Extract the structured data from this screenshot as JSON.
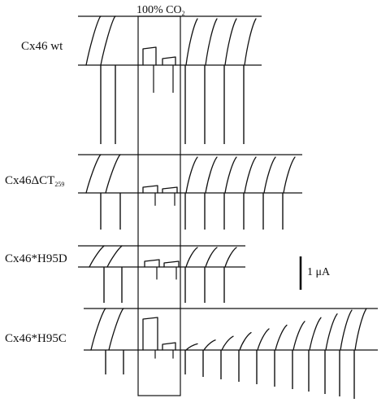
{
  "stimulus": {
    "label": "100% CO",
    "subscript": "2"
  },
  "traces": [
    {
      "id": "wt",
      "name": "Cx46 wt",
      "sub": ""
    },
    {
      "id": "dct",
      "name": "Cx46ΔCT",
      "sub": "259"
    },
    {
      "id": "h95d",
      "name": "Cx46*H95D",
      "sub": ""
    },
    {
      "id": "h95c",
      "name": "Cx46*H95C",
      "sub": ""
    }
  ],
  "scale_bar": {
    "label": "1 μA"
  },
  "colors": {
    "ink": "#111111",
    "background": "#ffffff"
  }
}
